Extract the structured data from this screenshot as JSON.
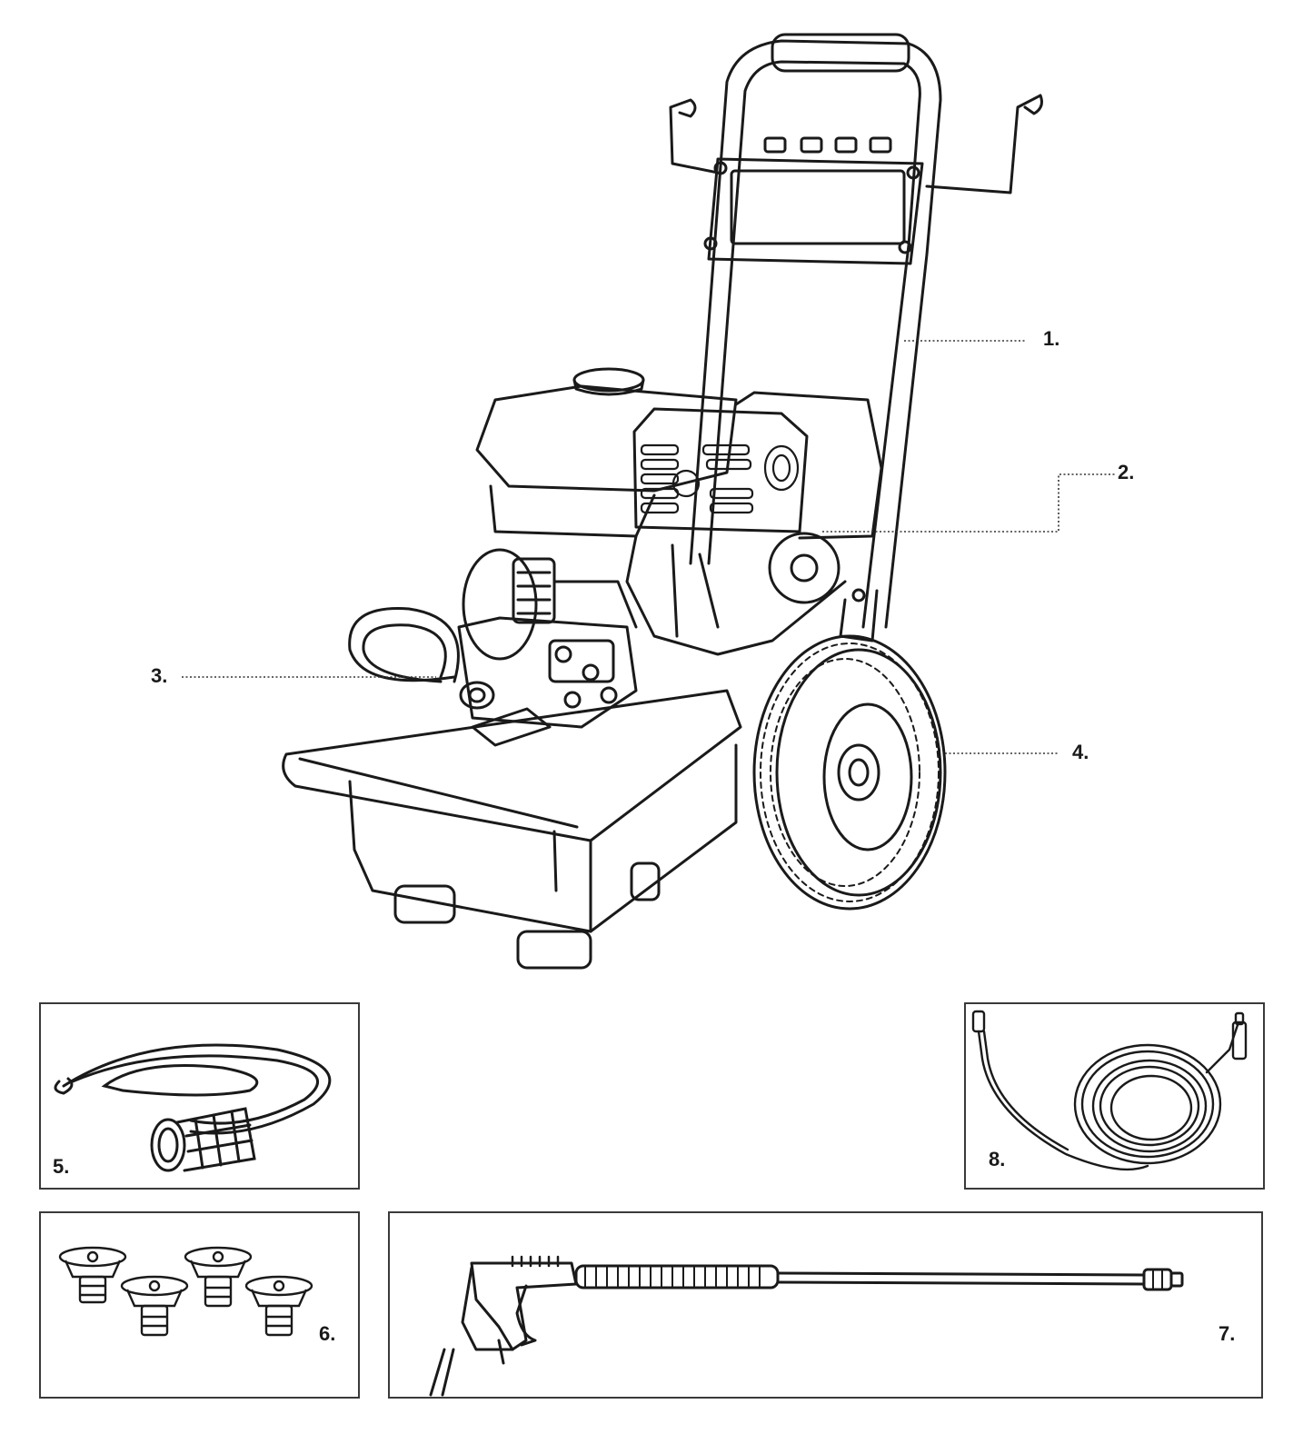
{
  "diagram": {
    "callouts": [
      {
        "id": "1",
        "label": "1."
      },
      {
        "id": "2",
        "label": "2."
      },
      {
        "id": "3",
        "label": "3."
      },
      {
        "id": "4",
        "label": "4."
      }
    ],
    "accessories": [
      {
        "id": "5",
        "label": "5.",
        "icon": "suction-hose-with-filter-icon"
      },
      {
        "id": "6",
        "label": "6.",
        "icon": "nozzle-tips-icon"
      },
      {
        "id": "7",
        "label": "7.",
        "icon": "spray-gun-lance-icon"
      },
      {
        "id": "8",
        "label": "8.",
        "icon": "high-pressure-hose-icon"
      }
    ],
    "colors": {
      "line": "#1a1a1a",
      "leader": "#333333",
      "background": "#ffffff"
    }
  }
}
